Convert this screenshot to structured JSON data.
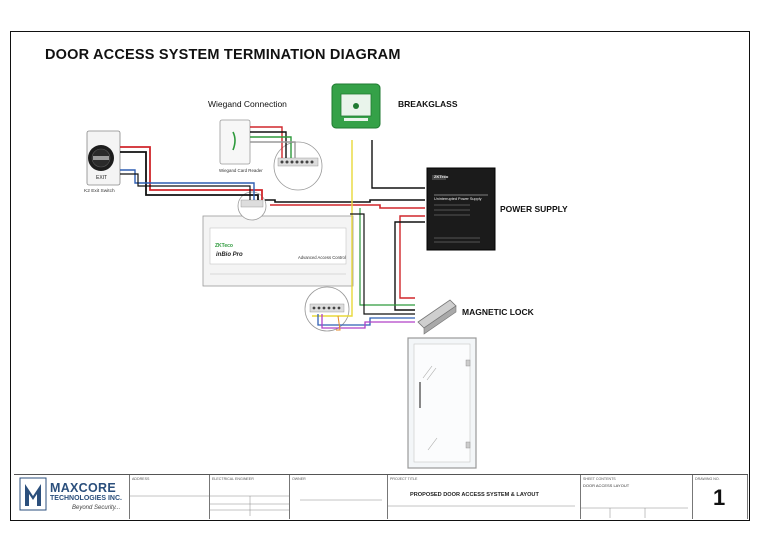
{
  "title": "DOOR ACCESS SYSTEM TERMINATION DIAGRAM",
  "labels": {
    "wiegand_connection": "Wiegand Connection",
    "wiegand_card_reader": "Wiegand Card Reader",
    "breakglass": "BREAKGLASS",
    "power_supply": "POWER SUPPLY",
    "magnetic_lock": "MAGNETIC LOCK",
    "exit_switch": "K2 Exit Switch",
    "exit_text": "EXIT",
    "controller_brand": "ZKTeco",
    "controller_model": "inBio Pro",
    "controller_desc": "Advanced Access Control",
    "psu_brand": "ZKTeco",
    "psu_title": "Uninterrupted Power Supply"
  },
  "title_block": {
    "company_line1": "MAXCORE",
    "company_line2": "TECHNOLOGIES INC.",
    "tagline": "Beyond Security...",
    "headers": {
      "address": "ADDRESS",
      "electrical_engineer": "ELECTRICAL ENGINEER",
      "owner": "OWNER",
      "project_title": "PROJECT TITLE",
      "sheet_contents": "SHEET CONTENTS",
      "drawing_no": "DRAWING NO."
    },
    "project_title": "PROPOSED DOOR ACCESS SYSTEM & LAYOUT",
    "sheet_contents": "DOOR ACCESS LAYOUT",
    "drawing_no": "1"
  },
  "colors": {
    "red": "#d0262b",
    "black": "#111111",
    "blue": "#2f5fb3",
    "green": "#2e9a3c",
    "yellow": "#e8d83a",
    "purple": "#b040c8",
    "orange": "#e58a2a",
    "grey": "#9a9a9a"
  },
  "icons": [
    "exit-switch-icon",
    "card-reader-icon",
    "breakglass-icon",
    "power-supply-icon",
    "controller-icon",
    "magnetic-lock-icon",
    "glass-door-icon",
    "logo-icon"
  ]
}
